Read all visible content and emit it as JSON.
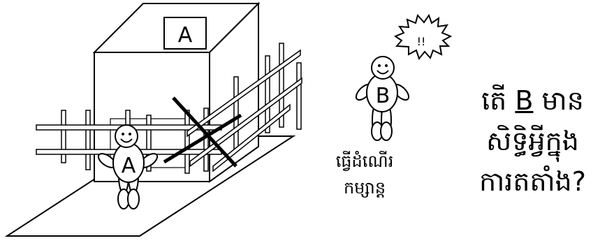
{
  "diagram": {
    "box_label": "A",
    "owner_label": "A",
    "visitor_label": "B",
    "exclamation": "!!",
    "walk_caption_line1": "ធ្វើដំណើរ",
    "walk_caption_line2": "កម្សាន្ត",
    "question_prefix": "តើ ",
    "question_letter": "B",
    "question_line1_rest": " មាន",
    "question_line2": "សិទ្ធិអ្វីក្នុង",
    "question_line3": "ការតតាំង?"
  }
}
